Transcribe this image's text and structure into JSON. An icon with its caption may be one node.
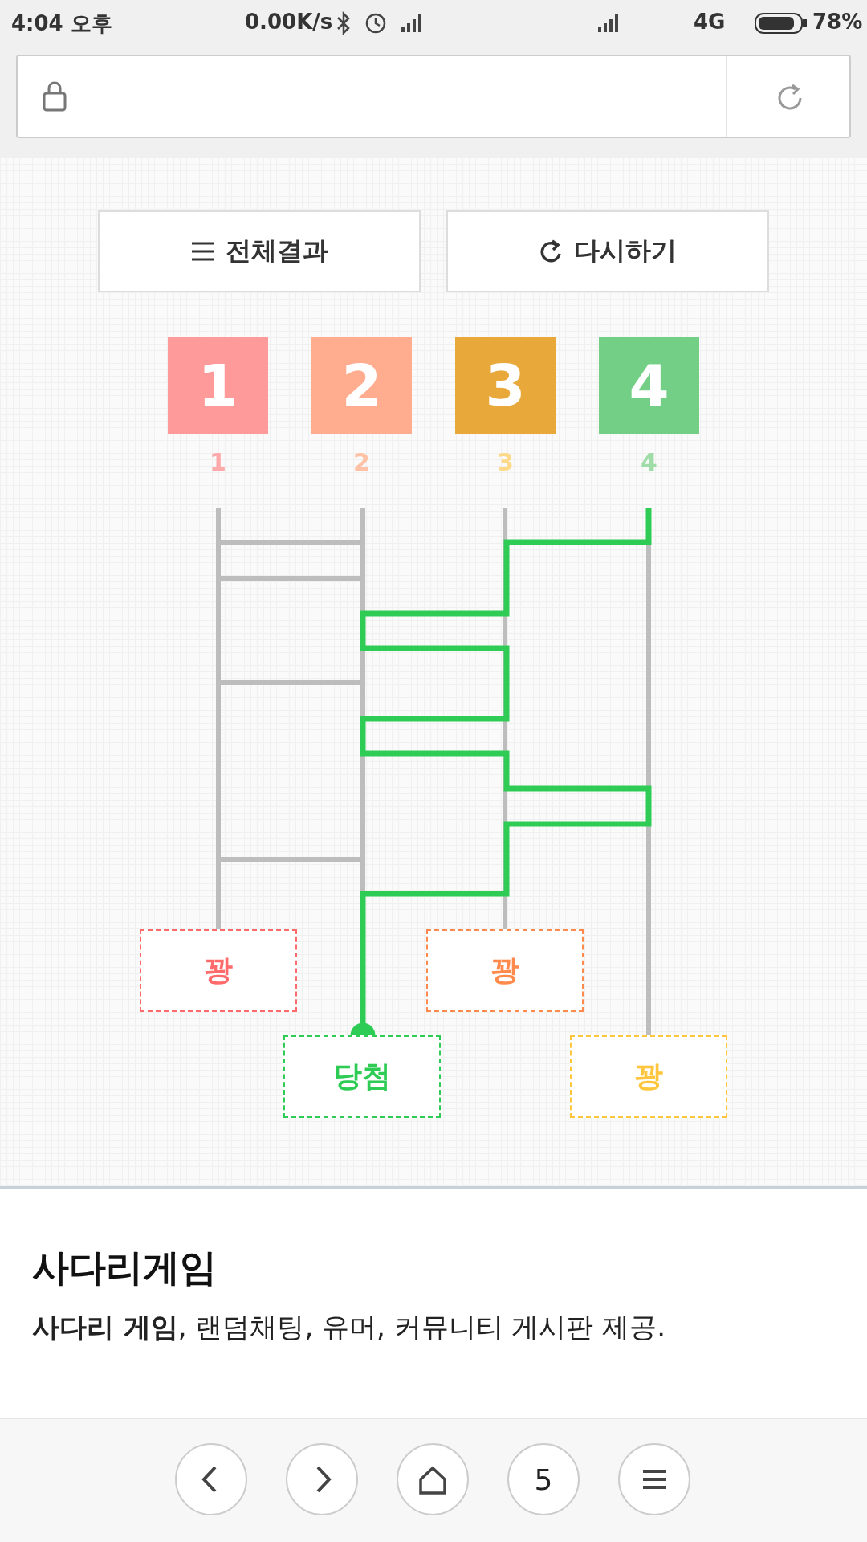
{
  "diagram": {
    "title": "사다리게임",
    "nodes": [
      {
        "text": [
          "1"
        ],
        "beside": [
          "1"
        ]
      },
      {
        "text": [
          "2"
        ],
        "beside": [
          "2"
        ]
      },
      {
        "text": [
          "3"
        ],
        "beside": [
          "3"
        ]
      },
      {
        "text": [
          "4"
        ],
        "beside": [
          "4"
        ]
      },
      {
        "text": [
          "꽝"
        ]
      },
      {
        "text": [
          "당첨"
        ]
      },
      {
        "text": [
          "꽝"
        ]
      },
      {
        "text": [
          "꽝"
        ]
      }
    ],
    "edges": [
      {
        "from": null,
        "to": 5,
        "arrow": "other",
        "color": "#2ecc55"
      },
      {
        "from": null,
        "to": 4,
        "arrow": "none"
      },
      {
        "from": null,
        "to": 6,
        "arrow": "none"
      },
      {
        "from": null,
        "to": 7,
        "arrow": "none"
      }
    ],
    "labels": [
      "4:04 오후",
      "0.00K/s",
      "4G",
      "78%",
      "전체결과",
      "다시하기",
      "**사다리 게임**, 랜덤채팅, 유머, 커뮤니티 게시판 제공.",
      "5"
    ]
  }
}
